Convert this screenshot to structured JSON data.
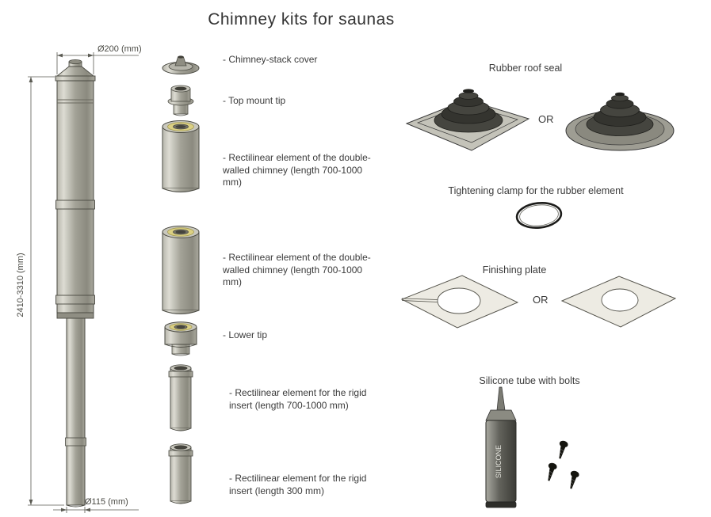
{
  "title": "Chimney kits for saunas",
  "assembled_chimney": {
    "dim_top_diameter": "Ø200 (mm)",
    "dim_height": "2410-3310 (mm)",
    "dim_bottom_diameter": "Ø115 (mm)"
  },
  "parts_list": [
    {
      "label": "- Chimney-stack cover"
    },
    {
      "label": "- Top mount tip"
    },
    {
      "label": "- Rectilinear element of the double-walled chimney (length 700-1000 mm)"
    },
    {
      "label": "- Rectilinear element of the double-walled chimney (length 700-1000 mm)"
    },
    {
      "label": "- Lower tip"
    },
    {
      "label": "- Rectilinear element for the rigid insert (length 700-1000 mm)"
    },
    {
      "label": "- Rectilinear element for the rigid insert (length 300 mm)"
    }
  ],
  "accessories": {
    "rubber_seal": {
      "title": "Rubber roof seal",
      "or_label": "OR"
    },
    "clamp": {
      "title": "Tightening clamp for the rubber element"
    },
    "finishing_plate": {
      "title": "Finishing plate",
      "or_label": "OR"
    },
    "silicone": {
      "title": "Silicone tube with bolts",
      "tube_text": "SILICONE"
    }
  },
  "colors": {
    "metal": "#a3a297",
    "insulation": "#dbd083",
    "rubber": "#3b3b36",
    "plate": "#edebe3",
    "text": "#3b3b3b"
  }
}
